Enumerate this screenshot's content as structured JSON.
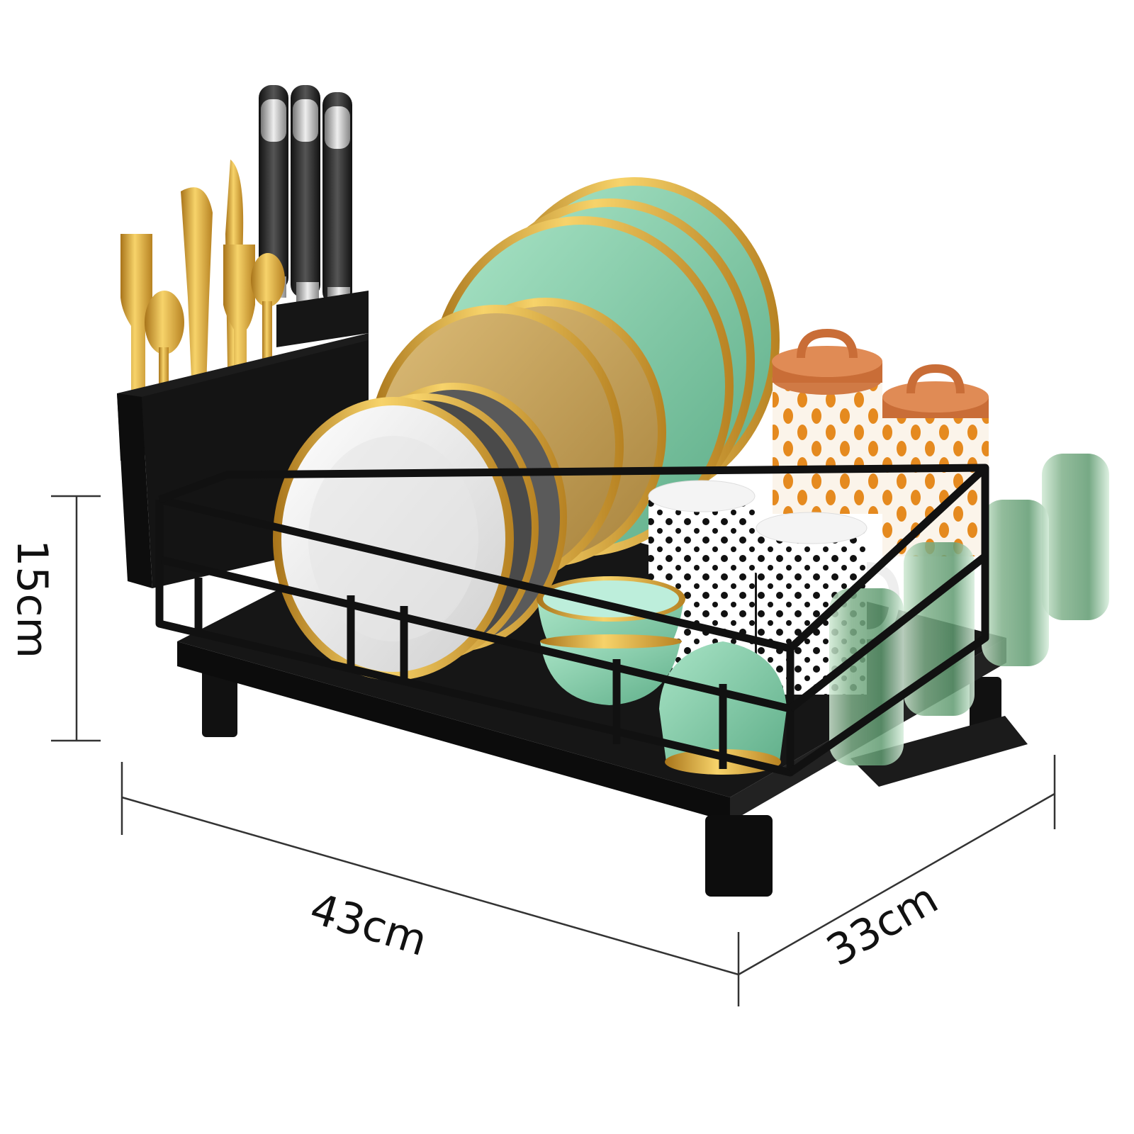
{
  "dimensions": {
    "height": "15cm",
    "width": "43cm",
    "depth": "33cm"
  },
  "colors": {
    "rack": "#111111",
    "gold": "#d9a62a",
    "mint": "#8fd1b0",
    "tan": "#c8a45e",
    "grey_plate": "#5a5a5a",
    "white_plate": "#f2f2f2",
    "jar_lid": "#d07a45",
    "jar_dots": "#e58a1f",
    "glass": "#7fb08a"
  },
  "icons": [
    "dish-rack-illustration",
    "cutlery-holder",
    "knives",
    "plates",
    "bowls",
    "mugs",
    "jars",
    "glasses"
  ]
}
